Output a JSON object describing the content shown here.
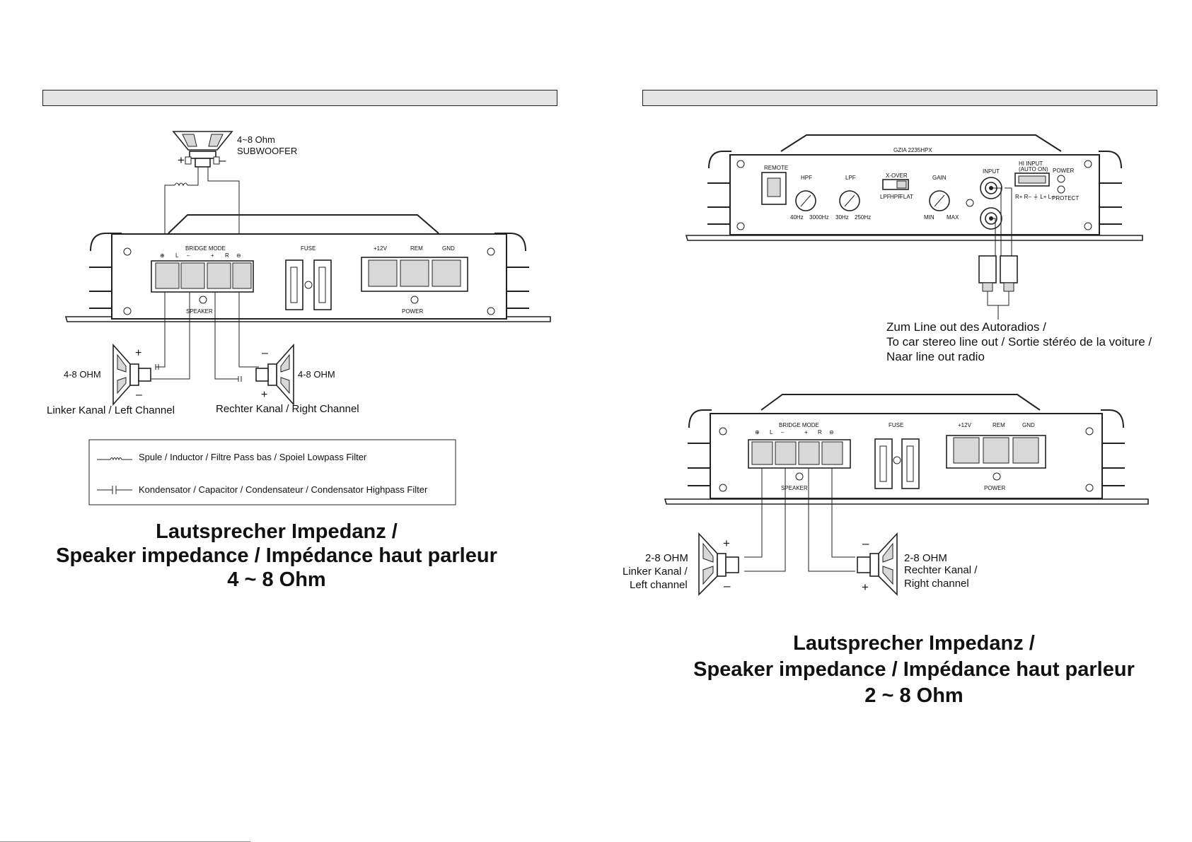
{
  "left": {
    "subwoofer": {
      "impedance": "4~8 Ohm",
      "label": "SUBWOOFER",
      "plus": "+",
      "minus": "–"
    },
    "amp": {
      "bridge_mode": "BRIDGE MODE",
      "terminal_marks": [
        "⊕",
        "L",
        "–",
        "+",
        "R",
        "⊖"
      ],
      "speaker": "SPEAKER",
      "fuse": "FUSE",
      "power_terms": [
        "+12V",
        "REM",
        "GND"
      ],
      "power": "POWER"
    },
    "left_speaker": {
      "impedance": "4-8 OHM",
      "plus": "+",
      "minus": "–",
      "channel": "Linker Kanal / Left Channel"
    },
    "right_speaker": {
      "impedance": "4-8 OHM",
      "plus": "+",
      "minus": "–",
      "channel": "Rechter Kanal / Right Channel"
    },
    "legend": {
      "inductor": "Spule / Inductor / Filtre Pass bas / Spoiel Lowpass Filter",
      "capacitor": "Kondensator / Capacitor / Condensateur / Condensator Highpass Filter"
    },
    "title": {
      "line1": "Lautsprecher Impedanz /",
      "line2": "Speaker impedance / Impédance haut parleur",
      "line3": "4 ~ 8 Ohm"
    }
  },
  "right": {
    "front_panel": {
      "model": "GZIA 2235HPX",
      "remote": "REMOTE",
      "hpf": "HPF",
      "hpf_range": [
        "40Hz",
        "3000Hz"
      ],
      "lpf": "LPF",
      "lpf_range": [
        "30Hz",
        "250Hz"
      ],
      "xover": "X-OVER",
      "xover_modes": [
        "LPF",
        "HPF",
        "FLAT"
      ],
      "gain": "GAIN",
      "gain_range": [
        "MIN",
        "MAX"
      ],
      "input": "INPUT",
      "hi_input": "HI  INPUT",
      "auto_on": "(AUTO ON)",
      "hi_pins": "R+ R–  ⏚  L+ L–",
      "power_led": "POWER",
      "protect_led": "PROTECT"
    },
    "line_out_note": {
      "line1": "Zum Line out des Autoradios /",
      "line2": "To car stereo line out / Sortie stéréo de la voiture /",
      "line3": "Naar line out radio"
    },
    "amp": {
      "bridge_mode": "BRIDGE MODE",
      "terminal_marks": [
        "⊕",
        "L",
        "–",
        "+",
        "R",
        "⊖"
      ],
      "speaker": "SPEAKER",
      "fuse": "FUSE",
      "power_terms": [
        "+12V",
        "REM",
        "GND"
      ],
      "power": "POWER"
    },
    "left_speaker": {
      "impedance": "2-8 OHM",
      "channel1": "Linker Kanal /",
      "channel2": "Left channel",
      "plus": "+",
      "minus": "–"
    },
    "right_speaker": {
      "impedance": "2-8 OHM",
      "channel1": "Rechter Kanal /",
      "channel2": "Right channel",
      "plus": "+",
      "minus": "–"
    },
    "title": {
      "line1": "Lautsprecher Impedanz /",
      "line2": "Speaker impedance / Impédance haut parleur",
      "line3": "2 ~ 8 Ohm"
    }
  }
}
